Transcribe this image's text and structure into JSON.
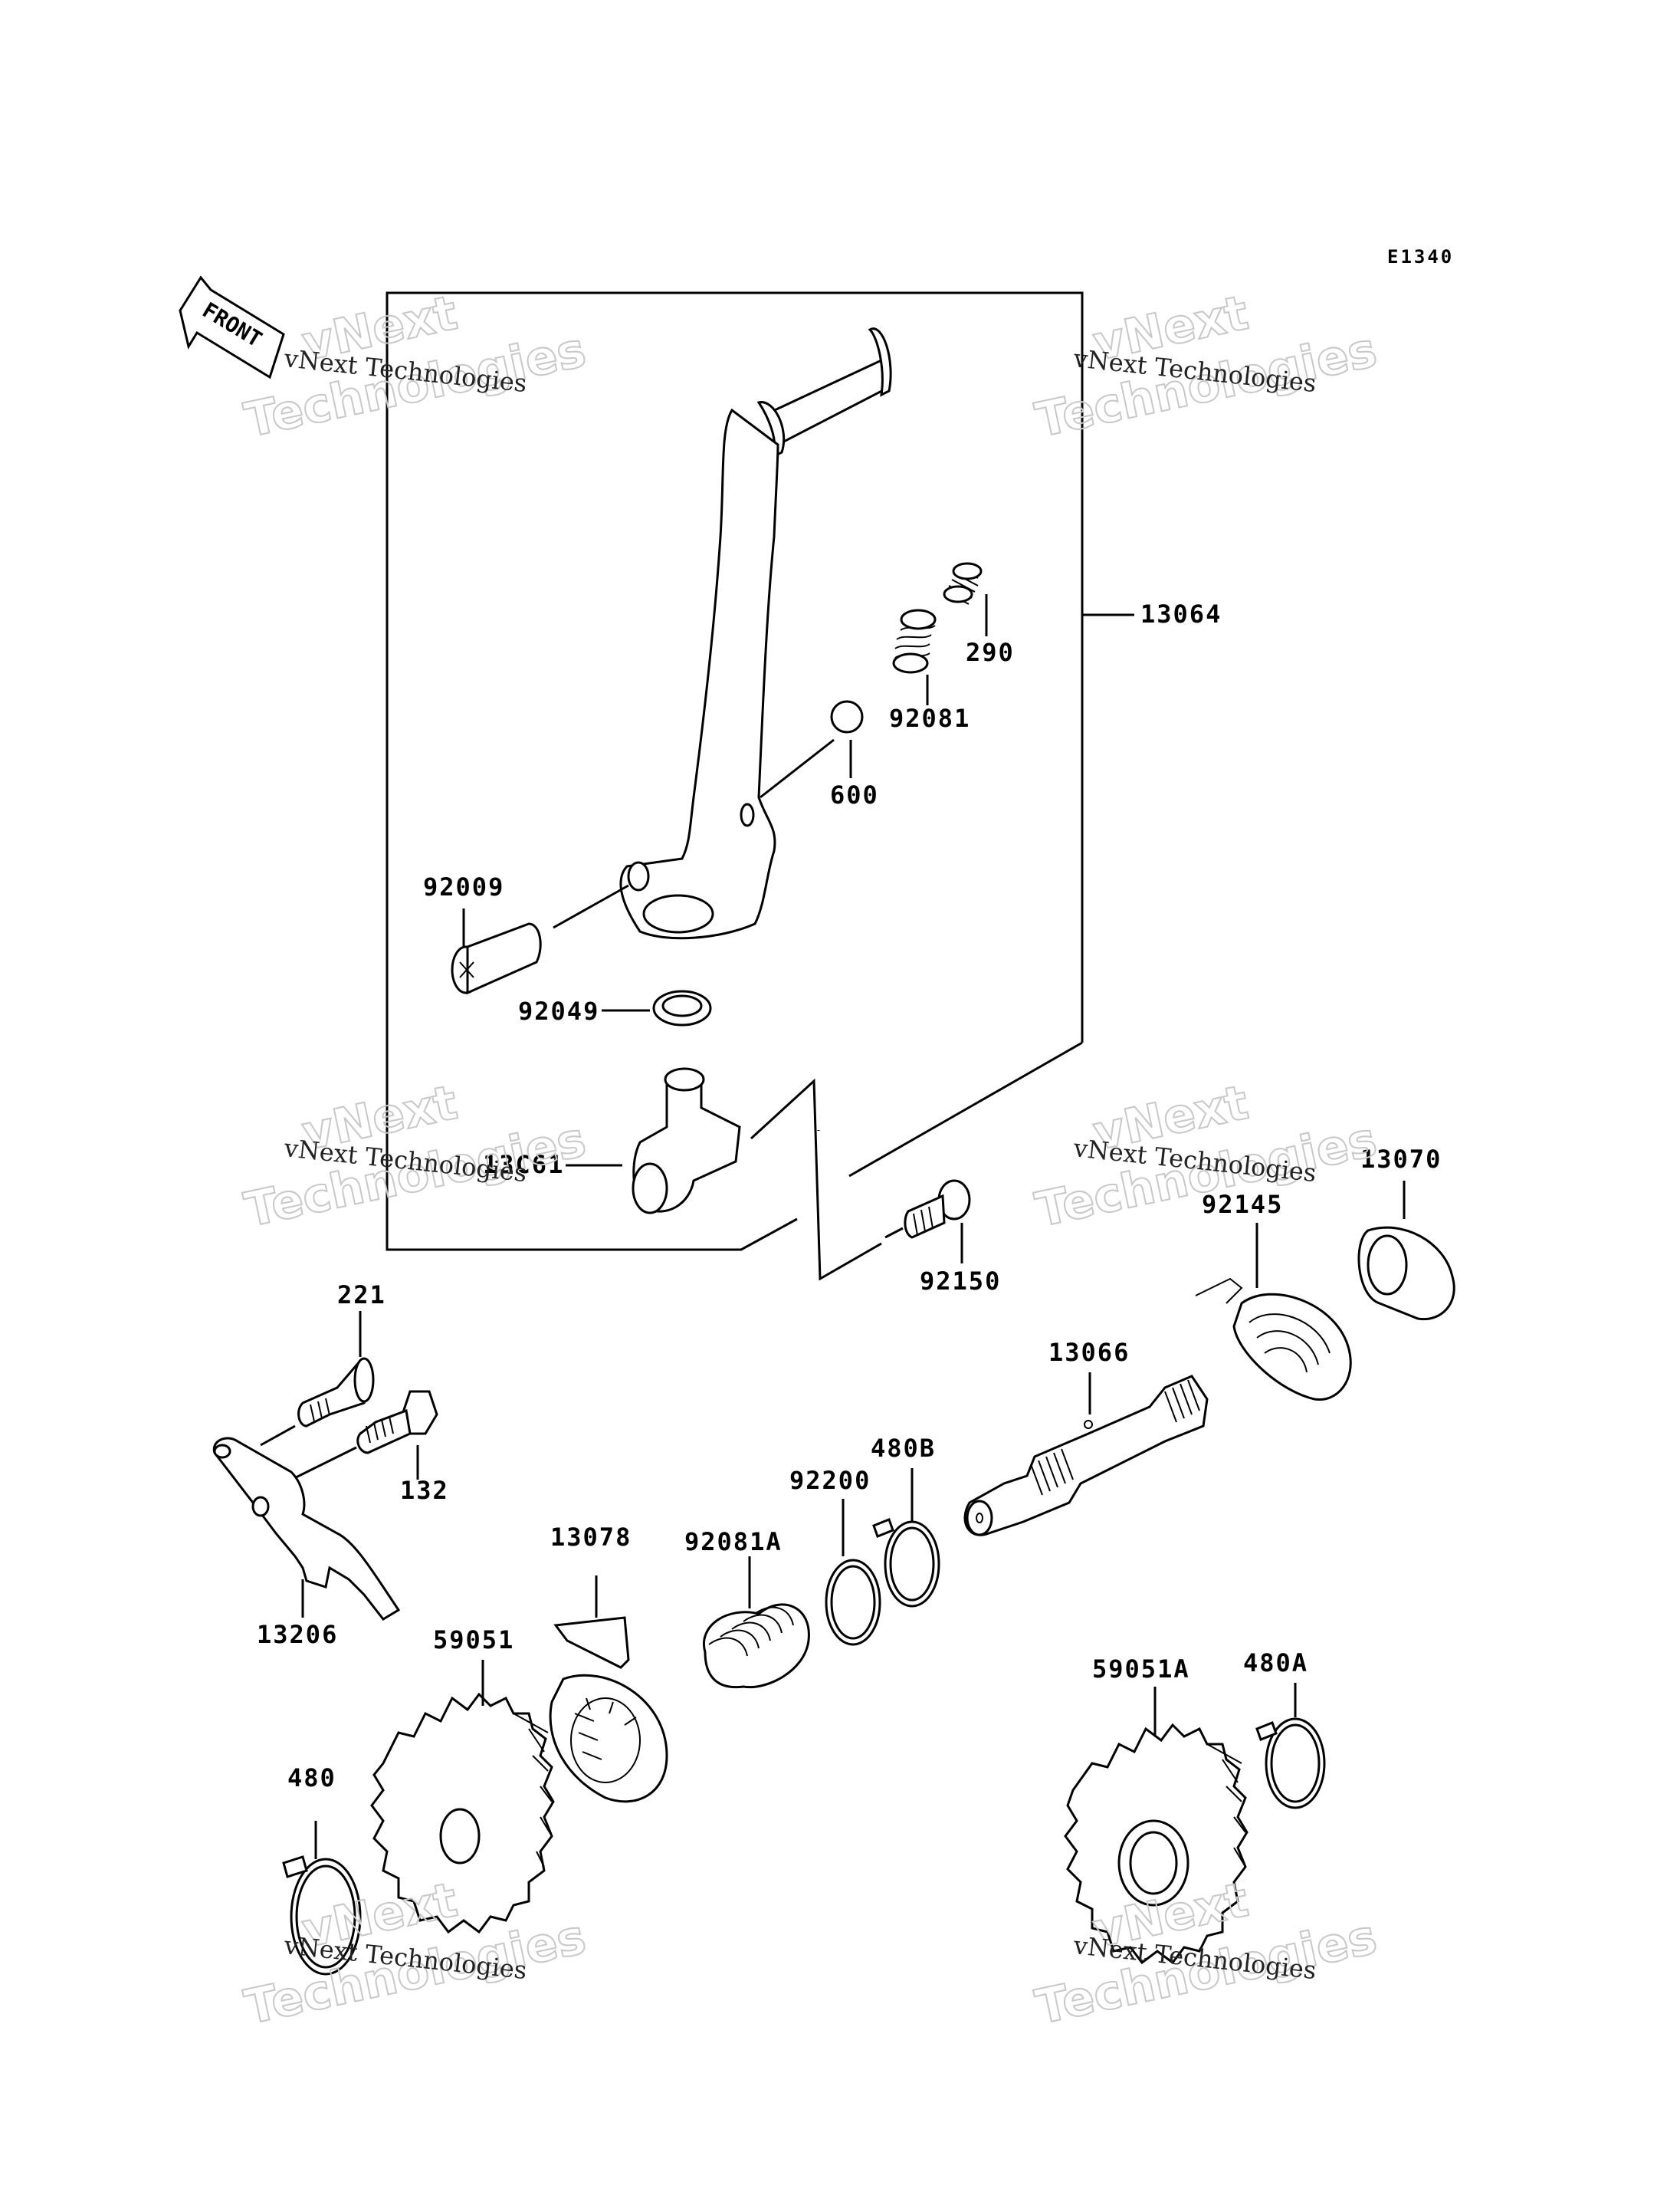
{
  "diagram_code": "E1340",
  "front_label": "FRONT",
  "watermark": {
    "line1": "vNext Technologies",
    "line2": "Technologies",
    "line3": "vNext"
  },
  "parts": {
    "p13064": "13064",
    "p290": "290",
    "p92081": "92081",
    "p600": "600",
    "p92009": "92009",
    "p92049": "92049",
    "p13061": "13C61",
    "p92150": "92150",
    "p13070": "13070",
    "p92145": "92145",
    "p13066": "13066",
    "p221": "221",
    "p132": "132",
    "p480B": "480B",
    "p92200": "92200",
    "p13078": "13078",
    "p92081A": "92081A",
    "p13206": "13206",
    "p59051": "59051",
    "p59051A": "59051A",
    "p480A": "480A",
    "p480": "480"
  }
}
